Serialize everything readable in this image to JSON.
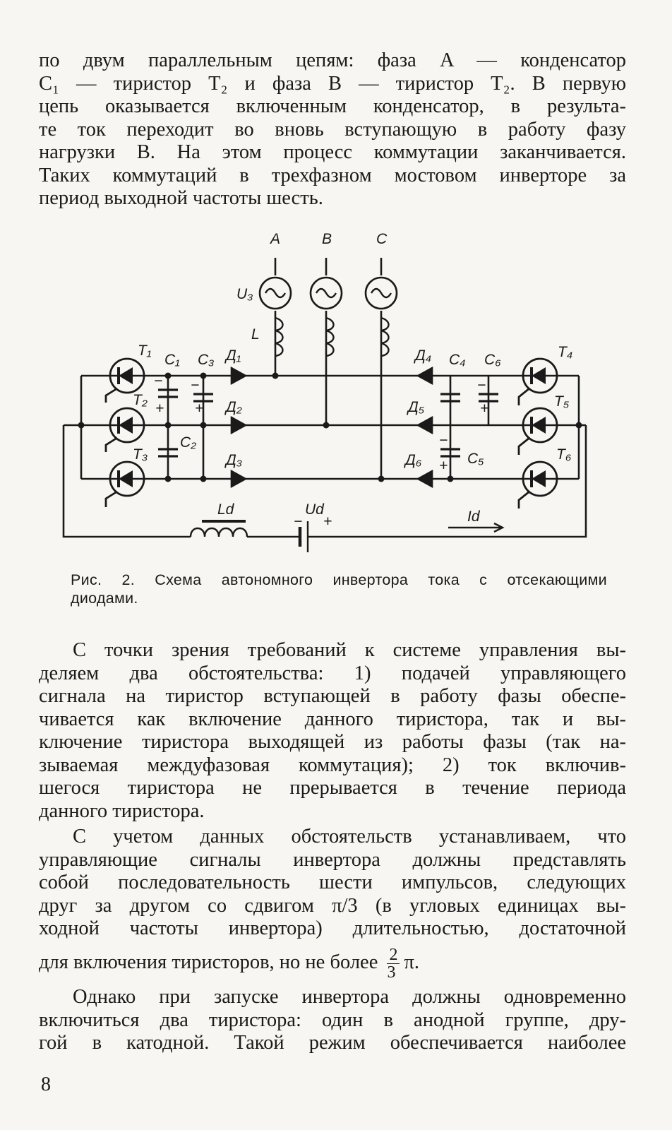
{
  "para1": [
    "по двум параллельным цепям: фаза A — конденсатор",
    "C₁ — тиристор T₂ и фаза B — тиристор T₂. В первую",
    "цепь оказывается включенным конденсатор, в результа-",
    "те ток переходит во вновь вступающую в работу фазу",
    "нагрузки B. На этом процесс коммутации заканчивается.",
    "Таких коммутаций в трехфазном мостовом инверторе за",
    "период выходной частоты шесть."
  ],
  "figure": {
    "labels": {
      "A": "A",
      "B": "B",
      "C": "C",
      "U3": "U₃",
      "L": "L",
      "T1": "T₁",
      "T2": "T₂",
      "T3": "T₃",
      "T4": "T₄",
      "T5": "T₅",
      "T6": "T₆",
      "C1": "C₁",
      "C2": "C₂",
      "C3": "C₃",
      "C4": "C₄",
      "C5": "C₅",
      "C6": "C₆",
      "D1": "Д₁",
      "D2": "Д₂",
      "D3": "Д₃",
      "D4": "Д₄",
      "D5": "Д₅",
      "D6": "Д₆",
      "Ld": "Ld",
      "Ud": "Ud",
      "Id": "Id",
      "plus": "+",
      "minus": "−"
    }
  },
  "caption": [
    "Рис. 2. Схема автономного инвертора тока с отсекающими",
    "диодами."
  ],
  "para2": [
    "С точки зрения требований к системе управления вы-",
    "деляем два обстоятельства: 1) подачей управляющего",
    "сигнала на тиристор вступающей в работу фазы обеспе-",
    "чивается как включение данного тиристора, так и вы-",
    "ключение тиристора выходящей из работы фазы (так на-",
    "зываемая междуфазовая коммутация); 2) ток включив-",
    "шегося тиристора не прерывается в течение периода",
    "данного тиристора."
  ],
  "para3": [
    "С учетом данных обстоятельств устанавливаем, что",
    "управляющие сигналы инвертора должны представлять",
    "собой последовательность шести импульсов, следующих",
    "друг за другом со сдвигом π/3 (в угловых единицах вы-",
    "ходной частоты инвертора) длительностью, достаточной"
  ],
  "para3_last": "для включения тиристоров, но не более",
  "frac": {
    "num": "2",
    "den": "3",
    "after": "π."
  },
  "para4": [
    "Однако при запуске инвертора должны одновременно",
    "включиться два тиристора: один в анодной группе, дру-",
    "гой в катодной. Такой режим обеспечивается наиболее"
  ],
  "page_number": "8"
}
